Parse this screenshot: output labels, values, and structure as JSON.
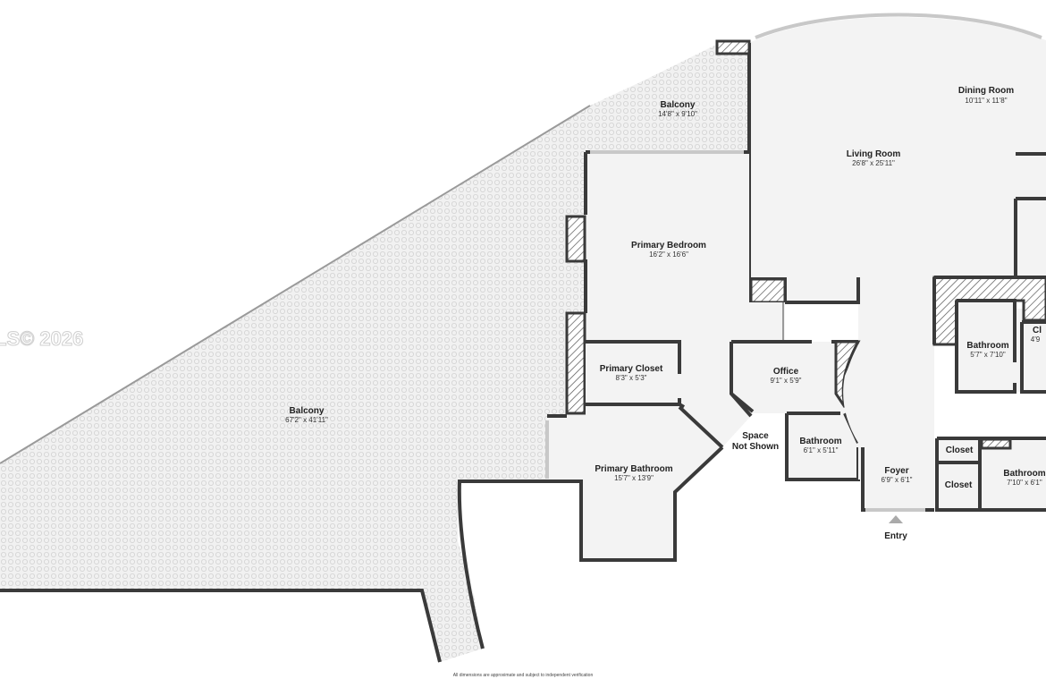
{
  "watermark": "LS© 2026",
  "footer_note": "All dimensions are approximate and subject to independent verification",
  "entry_label": "Entry",
  "rooms": [
    {
      "name": "Balcony",
      "dims": "14'8\" x 9'10\""
    },
    {
      "name": "Dining Room",
      "dims": "10'11\" x 11'8\""
    },
    {
      "name": "Living Room",
      "dims": "26'8\" x 25'11\""
    },
    {
      "name": "Primary Bedroom",
      "dims": "16'2\" x 16'6\""
    },
    {
      "name": "Balcony",
      "dims": "67'2\" x 41'11\""
    },
    {
      "name": "Primary Closet",
      "dims": "8'3\" x 5'3\""
    },
    {
      "name": "Office",
      "dims": "9'1\" x 5'9\""
    },
    {
      "name": "Bathroom",
      "dims": "5'7\" x 7'10\""
    },
    {
      "name": "Cl",
      "dims": "4'9"
    },
    {
      "name": "Space Not Shown",
      "dims": ""
    },
    {
      "name": "Bathroom",
      "dims": "6'1\" x 5'11\""
    },
    {
      "name": "Primary Bathroom",
      "dims": "15'7\" x 13'9\""
    },
    {
      "name": "Foyer",
      "dims": "6'9\" x 6'1\""
    },
    {
      "name": "Closet",
      "dims": ""
    },
    {
      "name": "Bathroom",
      "dims": "7'10\" x 6'1\""
    },
    {
      "name": "Closet",
      "dims": ""
    }
  ],
  "space_not_shown_lines": [
    "Space",
    "Not Shown"
  ]
}
